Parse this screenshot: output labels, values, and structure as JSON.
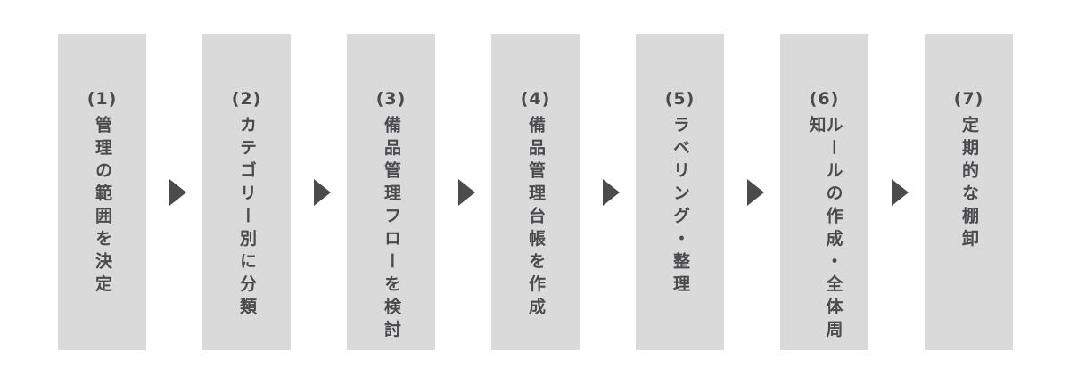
{
  "steps": [
    {
      "number": "(1)",
      "label": "管理の範囲を決定"
    },
    {
      "number": "(2)",
      "label": "カテゴリー別に分類"
    },
    {
      "number": "(3)",
      "label": "備品管理フローを検討"
    },
    {
      "number": "(4)",
      "label": "備品管理台帳を作成"
    },
    {
      "number": "(5)",
      "label": "ラベリング・整理"
    },
    {
      "number": "(6)",
      "label": "ルールの作成・全体周知"
    },
    {
      "number": "(7)",
      "label": "定期的な棚卸"
    }
  ],
  "colors": {
    "box": "#dadada",
    "text": "#4a4b4f",
    "arrow": "#4a4b4f"
  }
}
